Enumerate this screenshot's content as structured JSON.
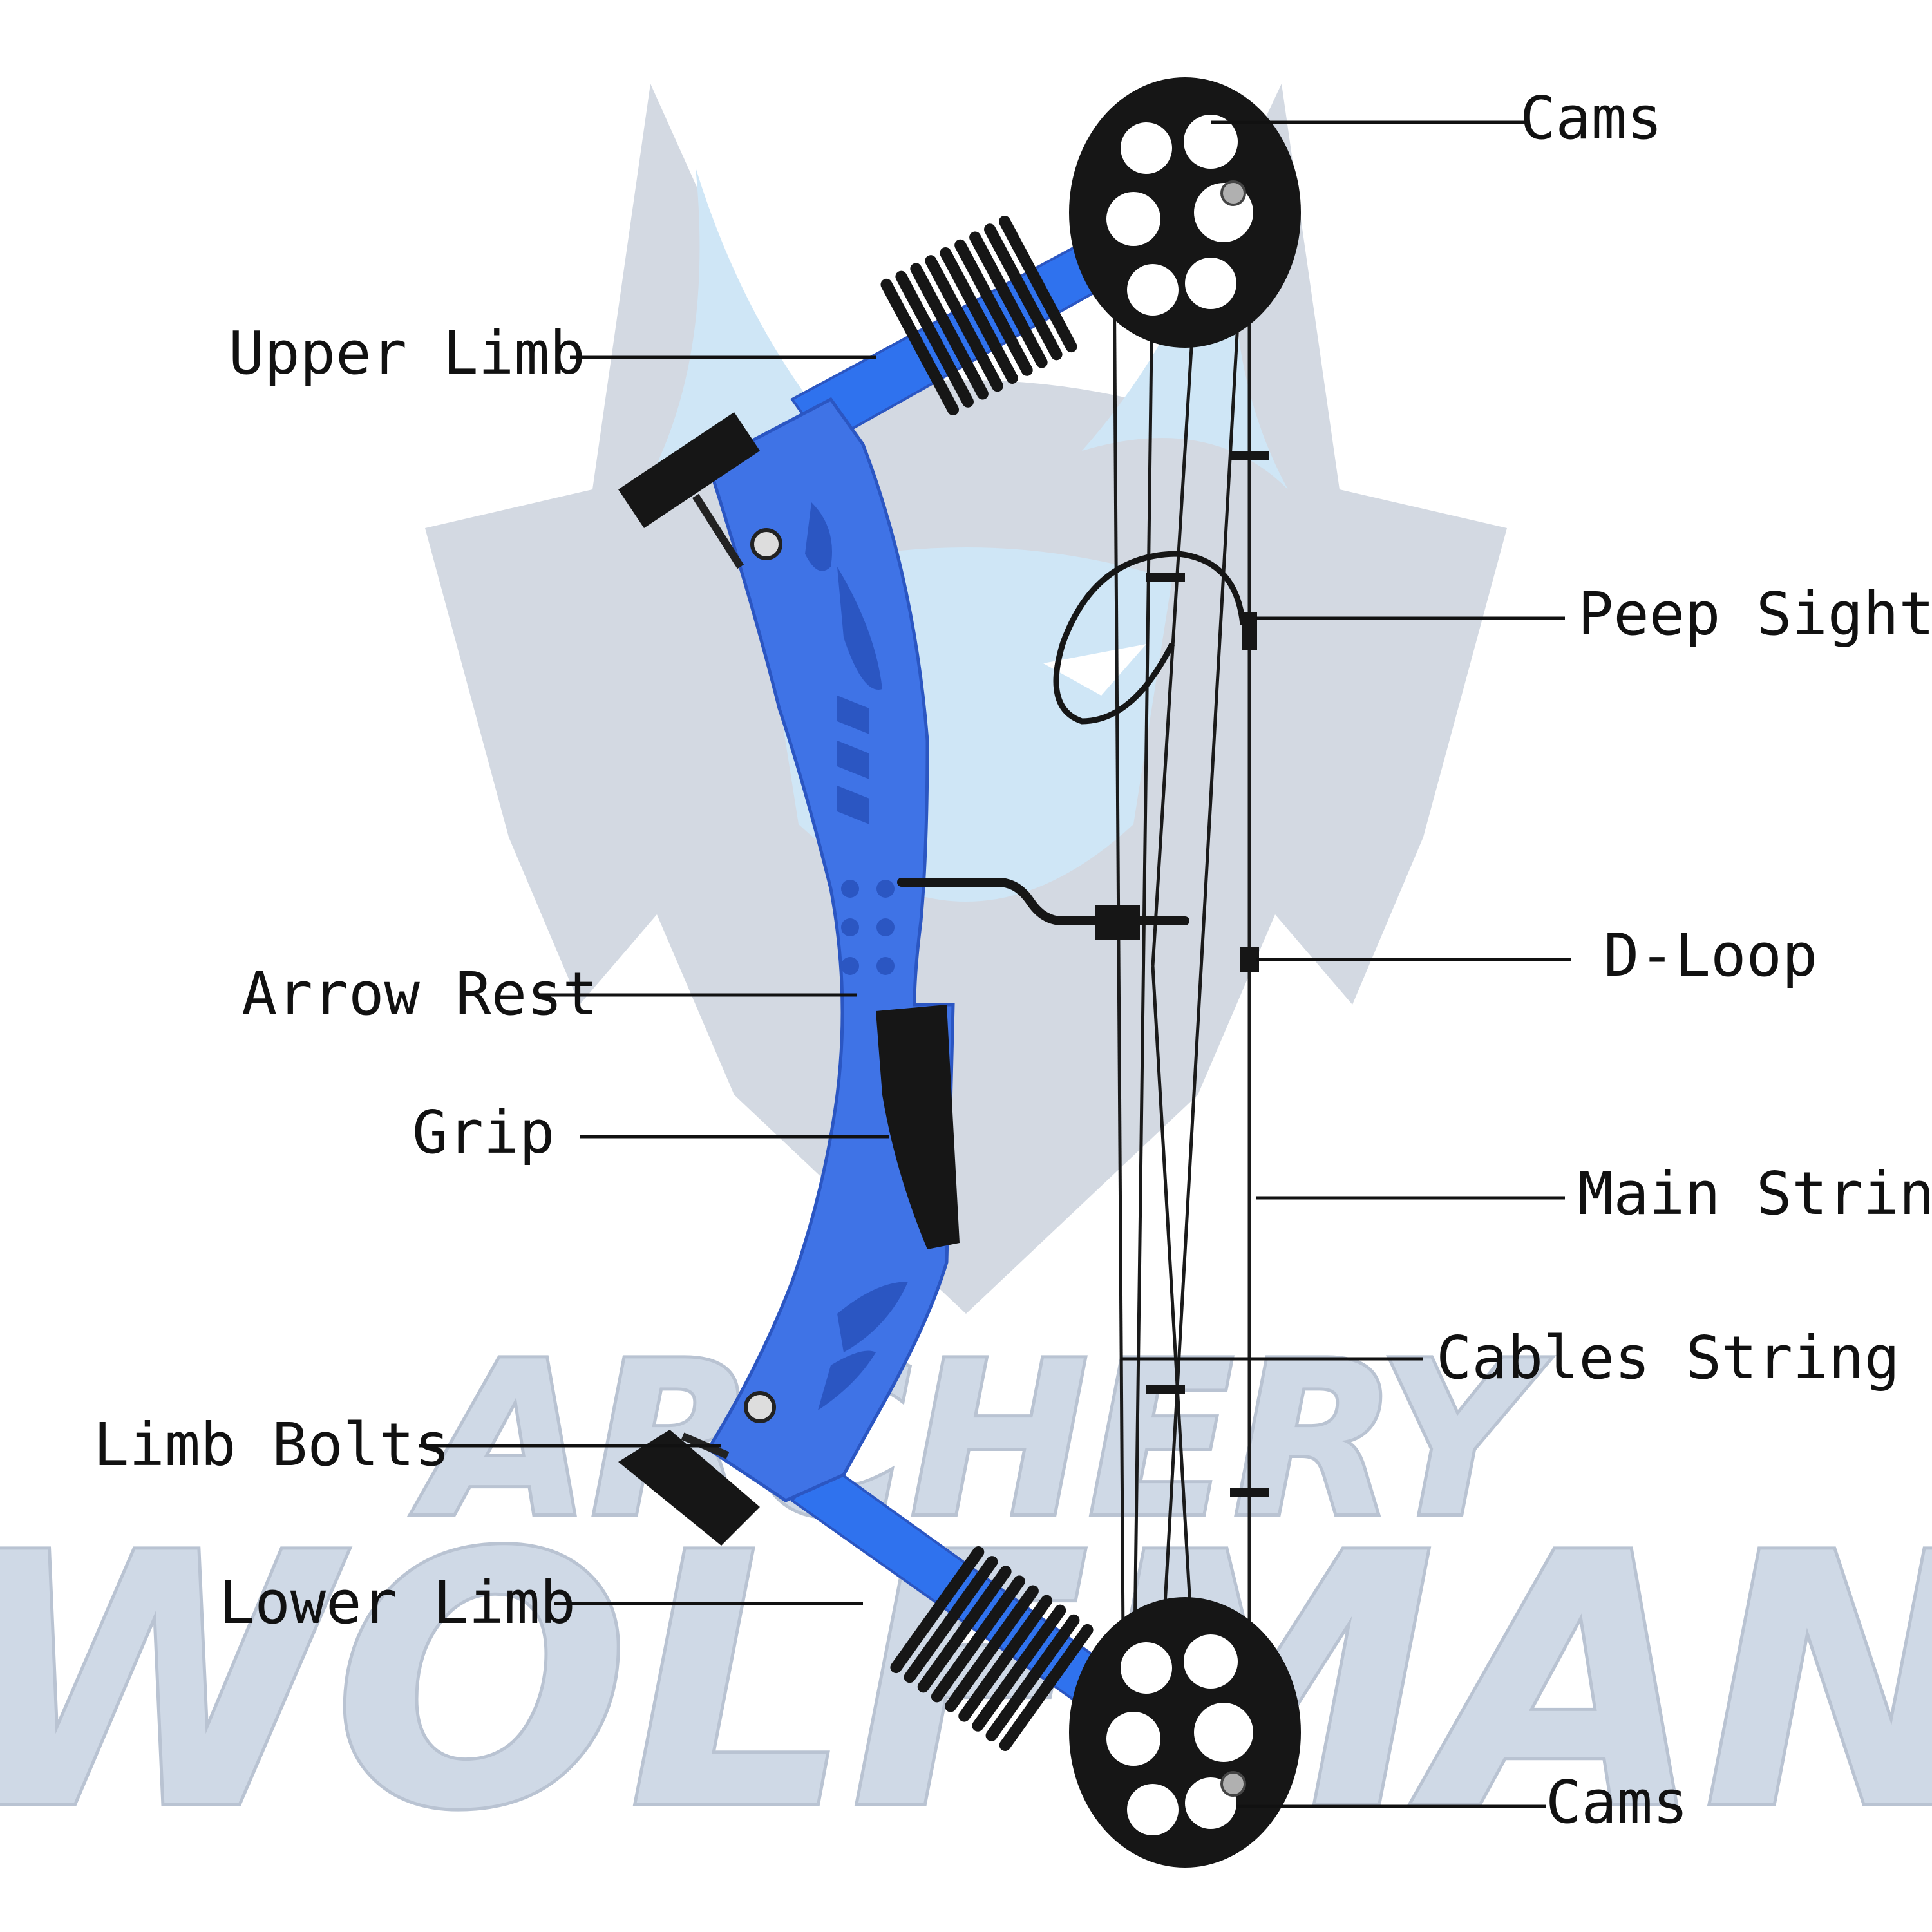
{
  "diagram": {
    "watermark": {
      "line1": "ARCHERY",
      "line2": "WOLFMAN",
      "color_fill": "#cfd9e6",
      "color_outline": "#b9c3d2",
      "color_wolf": "#d3d9e2",
      "color_wolf_accent": "#cfe6f6"
    },
    "colors": {
      "riser": "#3f73e6",
      "riser_dark": "#2b56c2",
      "limb": "#2f72ee",
      "black": "#161616",
      "string": "#1a1a1a",
      "leader": "#111111"
    },
    "labels": {
      "cams_top": "Cams",
      "upper_limb": "Upper Limb",
      "peep_sight": "Peep Sight",
      "d_loop": "D-Loop",
      "arrow_rest": "Arrow Rest",
      "grip": "Grip",
      "main_string": "Main String",
      "cables_string": "Cables String",
      "limb_bolts": "Limb Bolts",
      "lower_limb": "Lower Limb",
      "cams_bottom": "Cams"
    }
  }
}
